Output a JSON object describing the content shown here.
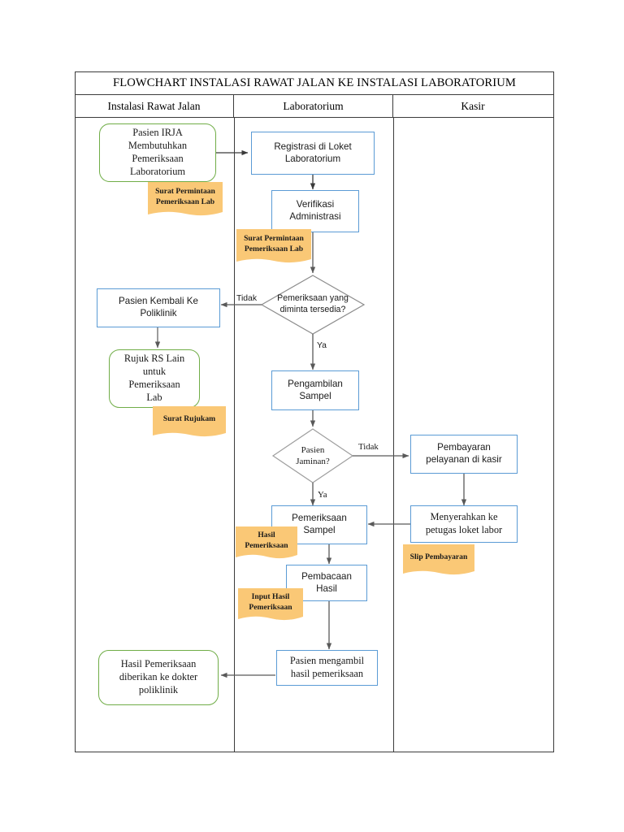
{
  "diagram": {
    "title": "FLOWCHART INSTALASI RAWAT JALAN KE INSTALASI LABORATORIUM",
    "lanes": [
      {
        "label": "Instalasi Rawat Jalan"
      },
      {
        "label": "Laboratorium"
      },
      {
        "label": "Kasir"
      }
    ],
    "colors": {
      "process_border": "#5B9BD5",
      "terminator_border": "#70AD47",
      "note_fill": "#FAC876",
      "frame": "#3b3b3b",
      "connector": "#595959",
      "decision_border_1": "#7f7f7f",
      "decision_border_2": "#a6a6a6"
    },
    "nodes": [
      {
        "id": "n1",
        "lane": "Instalasi Rawat Jalan",
        "shape": "terminator",
        "text": "Pasien IRJA\nMembutuhkan\nPemeriksaan\nLaboratorium"
      },
      {
        "id": "n2",
        "lane": "Laboratorium",
        "shape": "process",
        "text": "Registrasi di Loket\nLaboratorium"
      },
      {
        "id": "n3",
        "lane": "Laboratorium",
        "shape": "process",
        "text": "Verifikasi\nAdministrasi"
      },
      {
        "id": "d1",
        "lane": "Laboratorium",
        "shape": "decision",
        "text": "Pemeriksaan yang\ndiminta tersedia?"
      },
      {
        "id": "n4",
        "lane": "Instalasi Rawat Jalan",
        "shape": "process",
        "text": "Pasien Kembali Ke\nPoliklinik"
      },
      {
        "id": "n5",
        "lane": "Instalasi Rawat Jalan",
        "shape": "terminator",
        "text": "Rujuk RS Lain\nuntuk\nPemeriksaan\nLab"
      },
      {
        "id": "n6",
        "lane": "Laboratorium",
        "shape": "process",
        "text": "Pengambilan\nSampel"
      },
      {
        "id": "d2",
        "lane": "Laboratorium",
        "shape": "decision",
        "text": "Pasien\nJaminan?"
      },
      {
        "id": "n7",
        "lane": "Kasir",
        "shape": "process",
        "text": "Pembayaran\npelayanan di kasir"
      },
      {
        "id": "n8",
        "lane": "Kasir",
        "shape": "process",
        "text": "Menyerahkan ke\npetugas loket labor"
      },
      {
        "id": "n9",
        "lane": "Laboratorium",
        "shape": "process",
        "text": "Pemeriksaan\nSampel"
      },
      {
        "id": "n10",
        "lane": "Laboratorium",
        "shape": "process",
        "text": "Pembacaan Hasil"
      },
      {
        "id": "n11",
        "lane": "Laboratorium",
        "shape": "process",
        "text": "Pasien mengambil\nhasil pemeriksaan"
      },
      {
        "id": "n12",
        "lane": "Instalasi Rawat Jalan",
        "shape": "terminator",
        "text": "Hasil Pemeriksaan\ndiberikan ke dokter\npoliklinik"
      }
    ],
    "notes": [
      {
        "id": "a1",
        "text": "Surat Permintaan\nPemeriksaan Lab",
        "attached_to": "n1"
      },
      {
        "id": "a2",
        "text": "Surat Permintaan\nPemeriksaan Lab",
        "attached_to": "n3"
      },
      {
        "id": "a3",
        "text": "Surat Rujukam",
        "attached_to": "n5"
      },
      {
        "id": "a4",
        "text": "Hasil\nPemeriksaan",
        "attached_to": "n9"
      },
      {
        "id": "a5",
        "text": "Input Hasil\nPemeriksaan",
        "attached_to": "n10"
      },
      {
        "id": "a6",
        "text": "Slip Pembayaran",
        "attached_to": "n8"
      }
    ],
    "edge_labels": {
      "d1_no": "Tidak",
      "d1_yes": "Ya",
      "d2_no": "Tidak",
      "d2_yes": "Ya"
    }
  }
}
